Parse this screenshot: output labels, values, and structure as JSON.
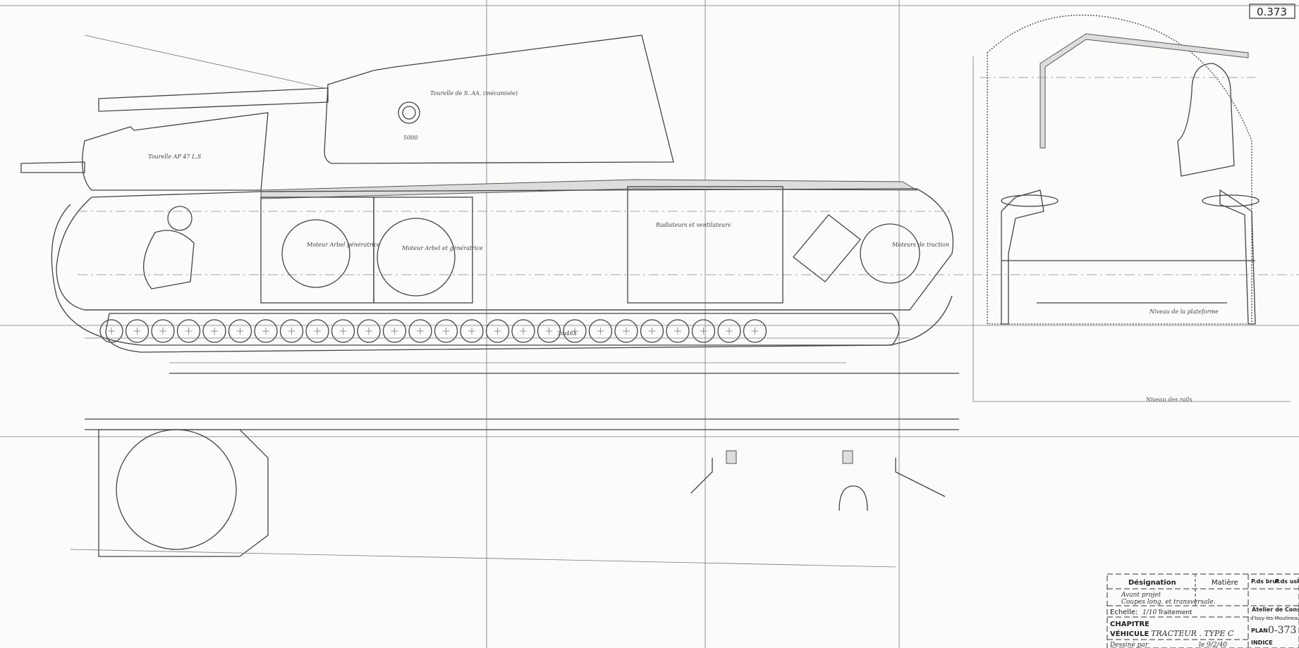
{
  "sheet_ref": "0.373",
  "labels": {
    "turret_main": "Tourelle de S. AA. (mécanisée)",
    "turret_front": "Tourelle AP 47 L.S",
    "engine_1": "Moteur Arbel génératrice",
    "engine_2": "Moteur Arbel et génératrice",
    "radiators": "Radiateurs et ventilateurs",
    "traction_motors": "Moteurs de traction",
    "rail_level": "Niveau des rails",
    "platform_level": "Niveau de la plateforme",
    "dim_length": "5000",
    "dim_track": "7m465"
  },
  "title_block": {
    "designation_label": "Désignation",
    "designation_value_1": "Avant projet",
    "designation_value_2": "Coupes long. et transversale.",
    "matiere_label": "Matière",
    "poids_brut_label": "P.ds brut",
    "poids_usine_label": "P.ds usiné",
    "echelle_label": "Echelle:",
    "echelle_value": "1/10",
    "traitement_label": "Traitement",
    "chapitre_label": "CHAPITRE",
    "vehicule_label": "VÉHICULE",
    "vehicule_value": "TRACTEUR . TYPE C",
    "dessine_label": "Dessiné par",
    "date_value": "le 9/2/40",
    "atelier": "Atelier de Construction",
    "atelier_place": "d'Issy-les-Moulineaux",
    "plan_number": "0-373",
    "plan_label": "PLAN",
    "index_label": "INDICE"
  }
}
